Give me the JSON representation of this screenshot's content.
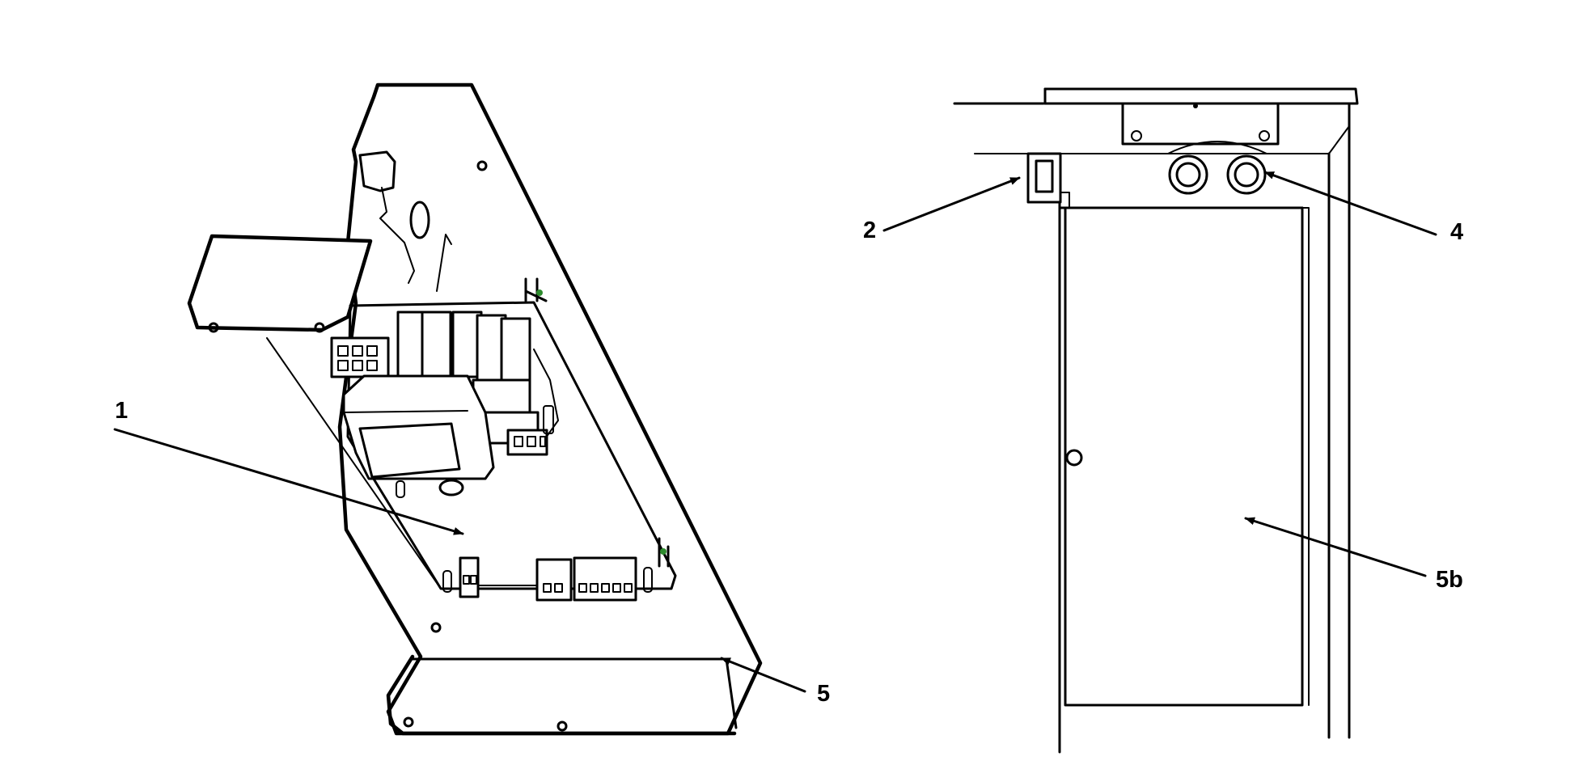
{
  "callouts": {
    "c1": "1",
    "c2": "2",
    "c4": "4",
    "c5": "5",
    "c5b": "5b"
  },
  "colors": {
    "line": "#000000",
    "background": "#ffffff",
    "indicator": "#2e8b2e"
  }
}
